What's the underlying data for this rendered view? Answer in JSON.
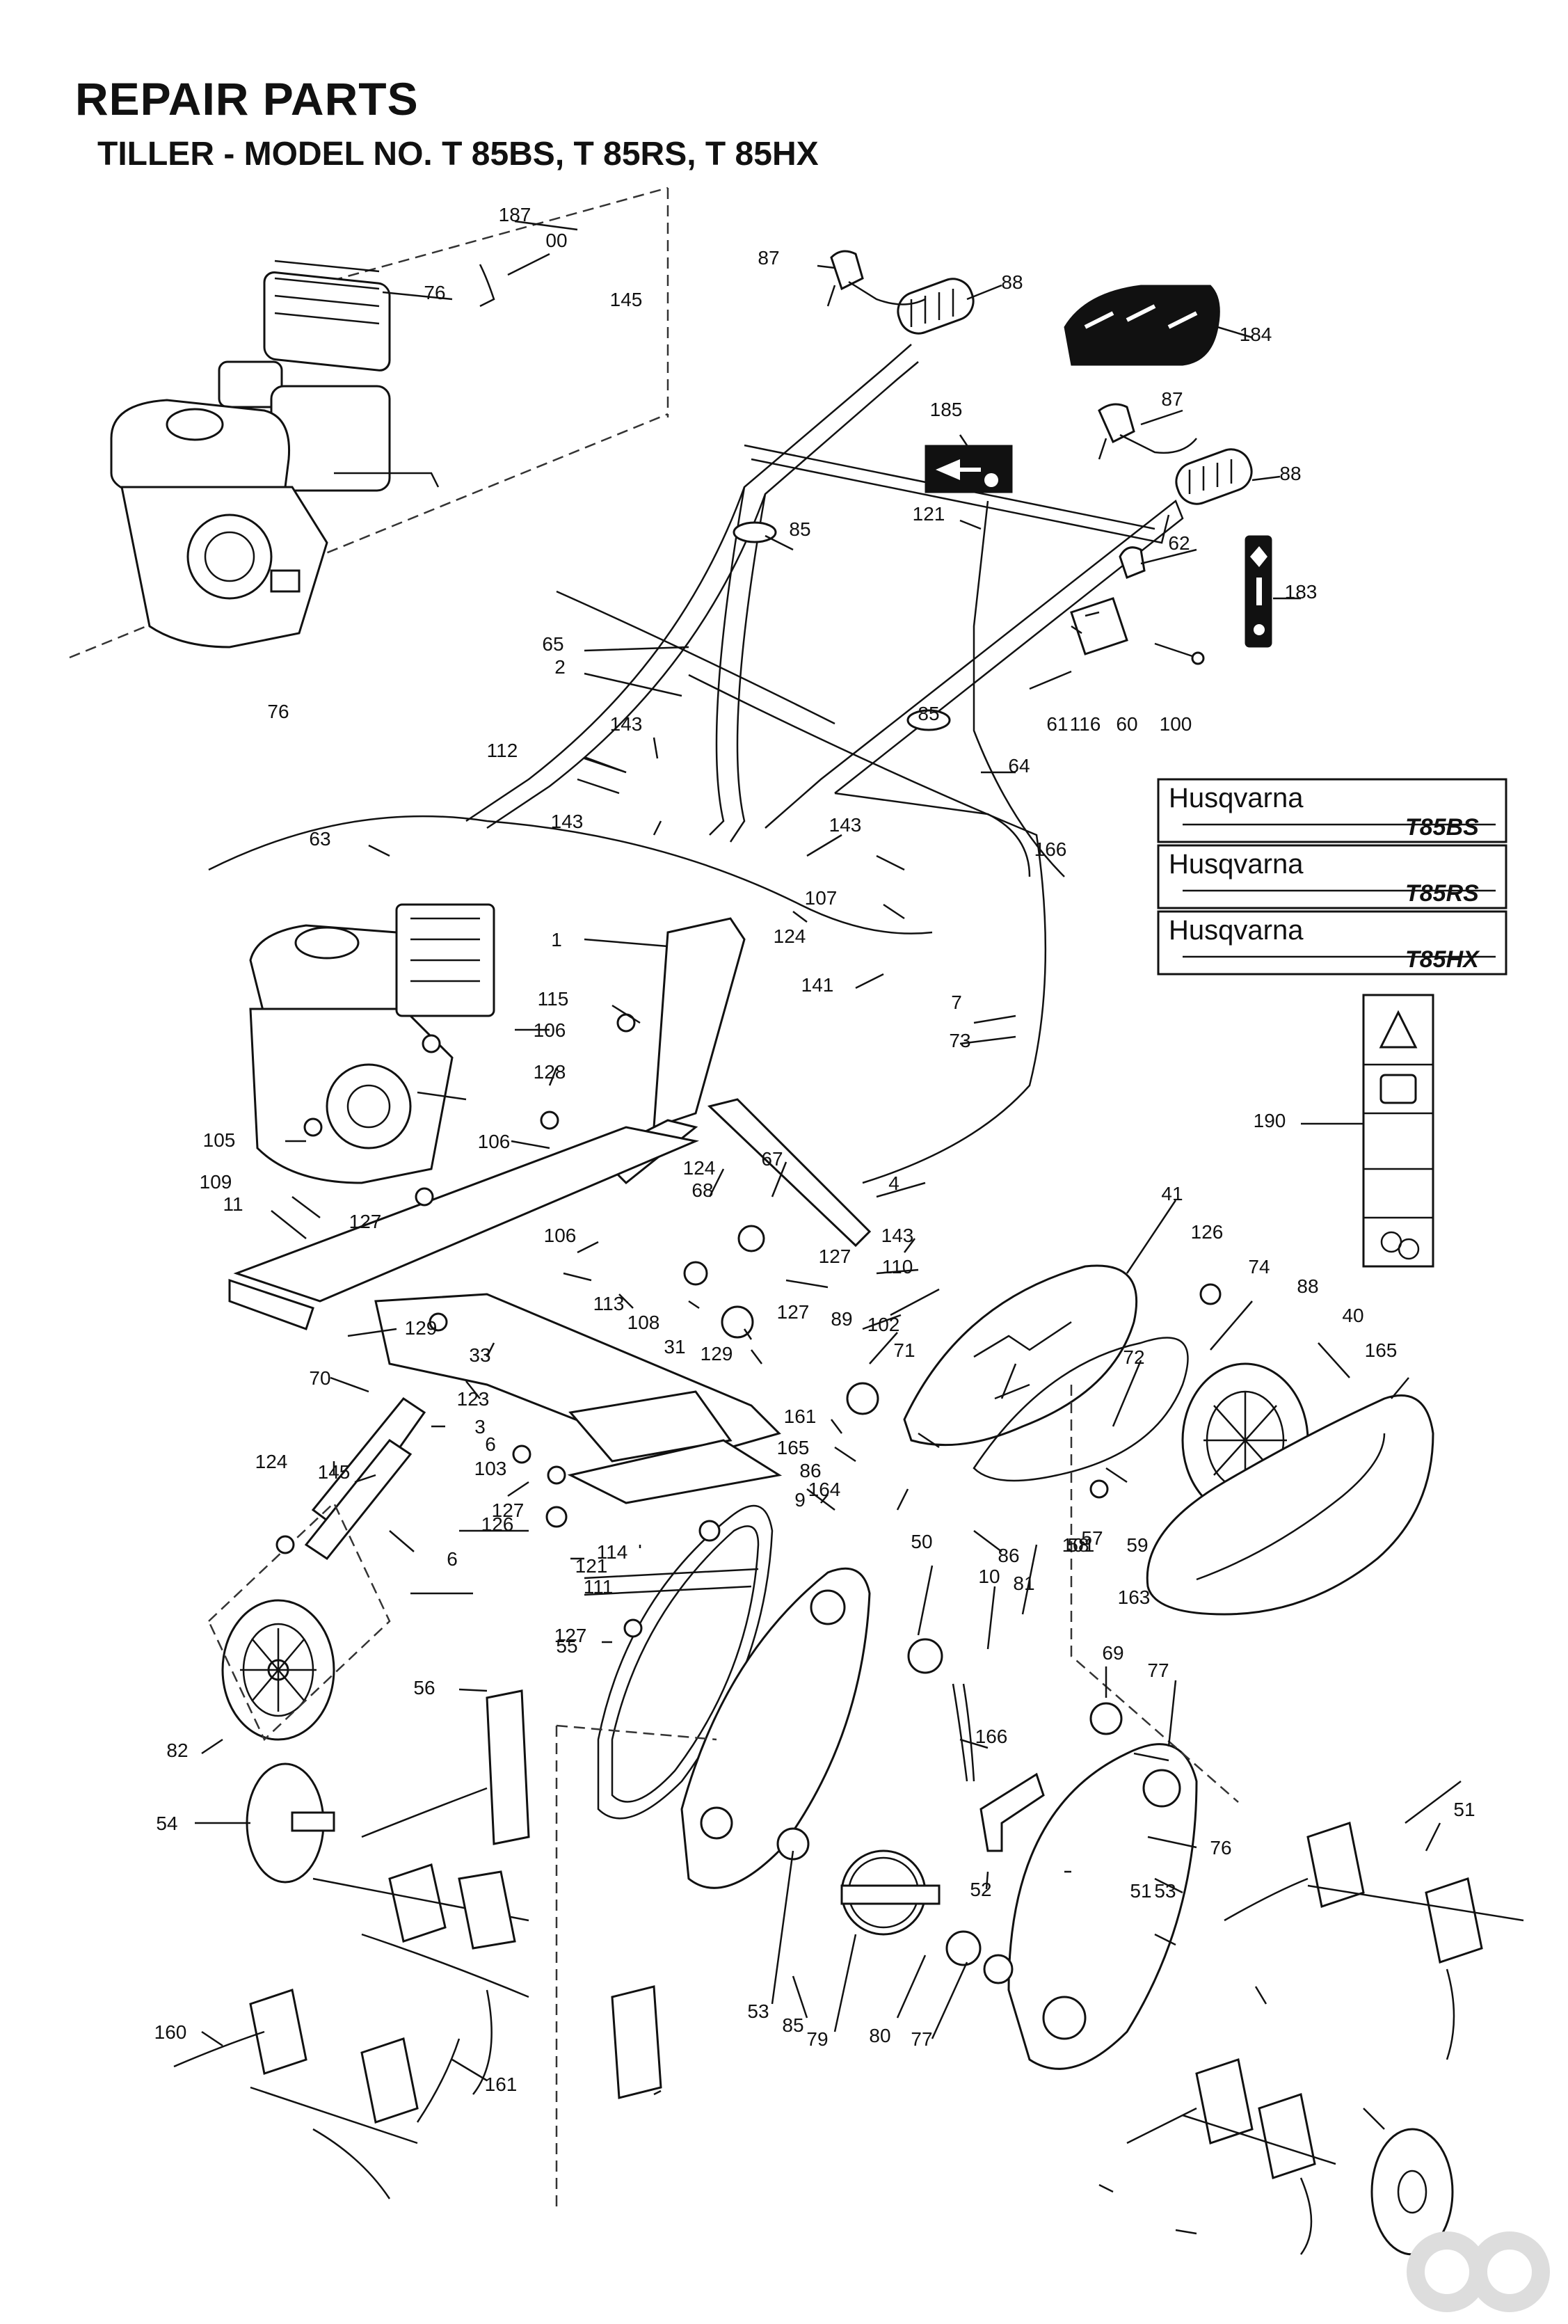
{
  "header": {
    "title": "REPAIR PARTS",
    "subtitle": "TILLER - MODEL NO. T 85BS, T 85RS, T 85HX"
  },
  "decals": {
    "brand": "Husqvarna",
    "models": [
      "T85BS",
      "T85RS",
      "T85HX"
    ]
  },
  "callouts": [
    "187",
    "00",
    "76",
    "145",
    "87",
    "88",
    "184",
    "185",
    "87",
    "88",
    "121",
    "85",
    "62",
    "183",
    "65",
    "2",
    "61",
    "116",
    "60",
    "100",
    "76",
    "85",
    "64",
    "143",
    "112",
    "143",
    "143",
    "166",
    "63",
    "107",
    "124",
    "1",
    "141",
    "7",
    "73",
    "115",
    "106",
    "128",
    "190",
    "105",
    "106",
    "109",
    "124",
    "68",
    "67",
    "11",
    "4",
    "127",
    "41",
    "126",
    "106",
    "127",
    "143",
    "110",
    "74",
    "113",
    "108",
    "31",
    "129",
    "88",
    "33",
    "72",
    "40",
    "127",
    "129",
    "89",
    "102",
    "71",
    "165",
    "123",
    "70",
    "6",
    "3",
    "161",
    "145",
    "165",
    "124",
    "103",
    "127",
    "126",
    "9",
    "86",
    "164",
    "86",
    "101",
    "163",
    "6",
    "114",
    "121",
    "111",
    "58",
    "57",
    "59",
    "127",
    "50",
    "10",
    "81",
    "55",
    "69",
    "77",
    "56",
    "166",
    "82",
    "54",
    "76",
    "53",
    "51",
    "52",
    "51",
    "53",
    "85",
    "79",
    "80",
    "77",
    "160",
    "161"
  ],
  "colors": {
    "ink": "#111111",
    "paper": "#ffffff",
    "dashed": "#333333"
  }
}
